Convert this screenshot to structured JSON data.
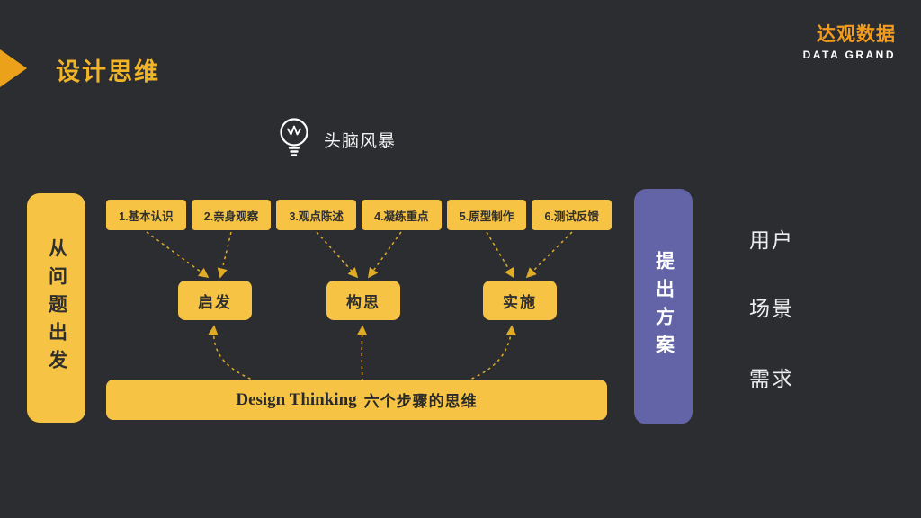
{
  "logo": {
    "brand": "达观数据",
    "sub": "DATA GRAND"
  },
  "header": {
    "title": "设计思维"
  },
  "brainstorm": {
    "label": "头脑风暴"
  },
  "left_box": {
    "label": "从问题出发"
  },
  "steps": [
    {
      "label": "1.基本认识"
    },
    {
      "label": "2.亲身观察"
    },
    {
      "label": "3.观点陈述"
    },
    {
      "label": "4.凝练重点"
    },
    {
      "label": "5.原型制作"
    },
    {
      "label": "6.测试反馈"
    }
  ],
  "phases": [
    {
      "label": "启发"
    },
    {
      "label": "构思"
    },
    {
      "label": "实施"
    }
  ],
  "bottom_bar": {
    "label_en": "Design Thinking",
    "label_zh": "六个步骤的思维"
  },
  "right_box": {
    "label": "提出方案"
  },
  "right_labels": [
    "用户",
    "场景",
    "需求"
  ],
  "colors": {
    "background": "#2b2d31",
    "yellow": "#f6c344",
    "purple": "#6264a7",
    "accent_orange": "#f39b1d",
    "connector": "#e0ac28",
    "dark_text": "#2f2f2f"
  }
}
